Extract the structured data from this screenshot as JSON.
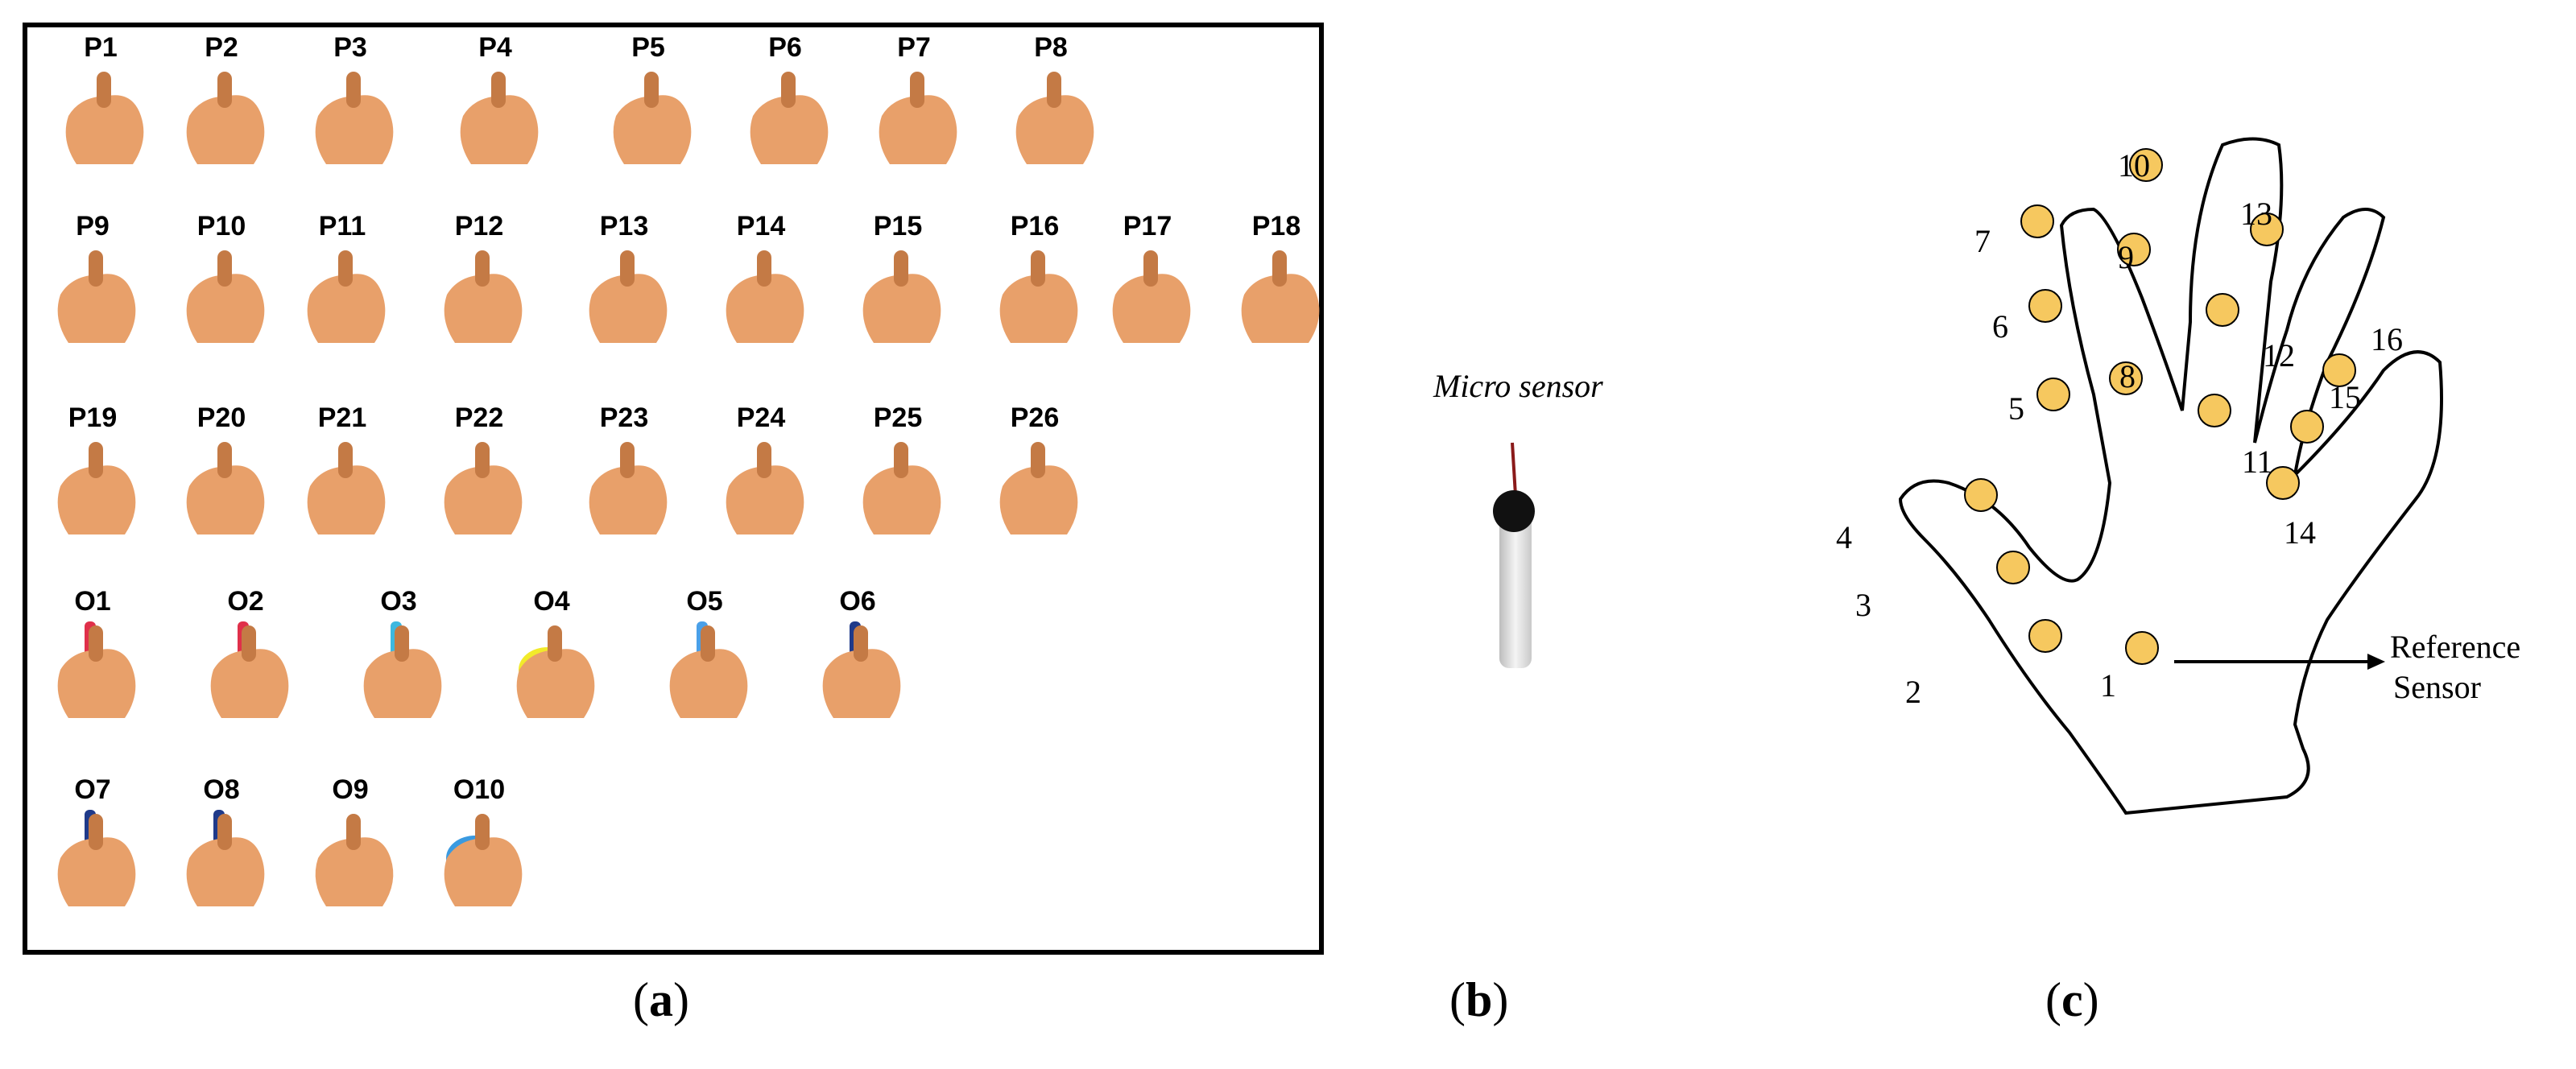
{
  "panel_a": {
    "gestures_row1": [
      "P1",
      "P2",
      "P3",
      "P4",
      "P5",
      "P6",
      "P7",
      "P8"
    ],
    "gestures_row2": [
      "P9",
      "P10",
      "P11",
      "P12",
      "P13",
      "P14",
      "P15",
      "P16",
      "P17",
      "P18"
    ],
    "gestures_row3": [
      "P19",
      "P20",
      "P21",
      "P22",
      "P23",
      "P24",
      "P25",
      "P26"
    ],
    "objects_row4": [
      "O1",
      "O2",
      "O3",
      "O4",
      "O5",
      "O6"
    ],
    "objects_row5": [
      "O7",
      "O8",
      "O9",
      "O10"
    ],
    "colors": {
      "skin": "#e8a06a",
      "skin_shadow": "#c47a45",
      "o1": "#e0304a",
      "o2": "#e0304a",
      "o3": "#3db8e0",
      "o4": "#f2ea2a",
      "o5": "#4aa0e8",
      "o6": "#1f3a8a",
      "o7": "#1f3a8a",
      "o8": "#1f3a8a",
      "o10": "#3a9ae0"
    }
  },
  "panel_b": {
    "caption": "Micro sensor"
  },
  "panel_c": {
    "sensor_numbers": [
      "1",
      "2",
      "3",
      "4",
      "5",
      "6",
      "7",
      "8",
      "9",
      "10",
      "11",
      "12",
      "13",
      "14",
      "15",
      "16"
    ],
    "reference_line1": "Reference",
    "reference_line2": "Sensor",
    "sensor_color": "#f6c85f"
  },
  "sub_labels": {
    "a_open": "(",
    "a": "a",
    "a_close": ")",
    "b_open": "(",
    "b": "b",
    "b_close": ")",
    "c_open": "(",
    "c": "c",
    "c_close": ")"
  }
}
